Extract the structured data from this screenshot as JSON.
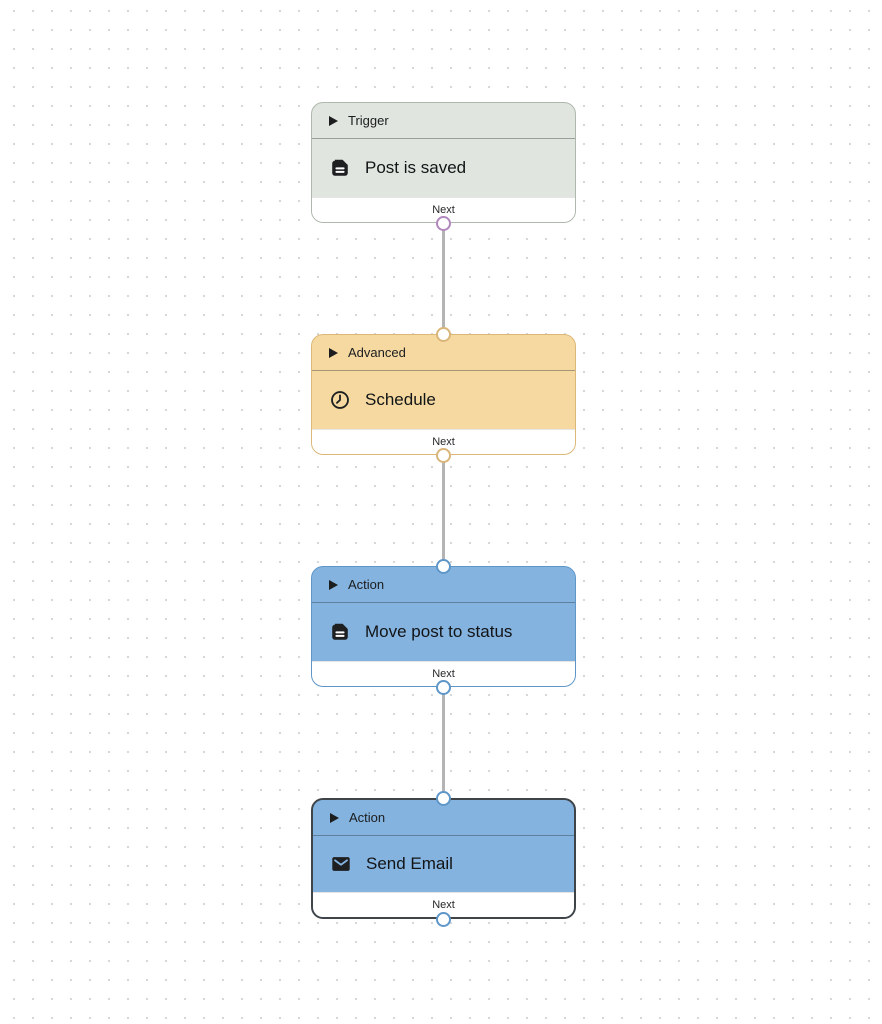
{
  "canvas": {
    "background_color": "#ffffff",
    "dot_grid_color": "#d7d7d7"
  },
  "connectors": {
    "line_color": "#b4b4b4",
    "port_ring_colors": {
      "trigger_out": "#b287bd",
      "advanced_in": "#d9b579",
      "advanced_out": "#d9b579",
      "action1_in": "#5e96c8",
      "action1_out": "#5e96c8",
      "action2_in": "#5e96c8",
      "action2_out": "#5e96c8"
    }
  },
  "nodes": [
    {
      "category": "Trigger",
      "title": "Post is saved",
      "icon": "document-icon",
      "port_label": "Next",
      "colors": {
        "background": "#e0e5df",
        "border": "#aeb8ac"
      }
    },
    {
      "category": "Advanced",
      "title": "Schedule",
      "icon": "clock-icon",
      "port_label": "Next",
      "colors": {
        "background": "#f5d9a1",
        "border": "#dbb878"
      }
    },
    {
      "category": "Action",
      "title": "Move post to status",
      "icon": "document-icon",
      "port_label": "Next",
      "colors": {
        "background": "#84b3df",
        "border": "#5e96c8"
      }
    },
    {
      "category": "Action",
      "title": "Send Email",
      "icon": "envelope-icon",
      "port_label": "Next",
      "selected": true,
      "colors": {
        "background": "#84b3df",
        "border": "#3f4449"
      }
    }
  ]
}
